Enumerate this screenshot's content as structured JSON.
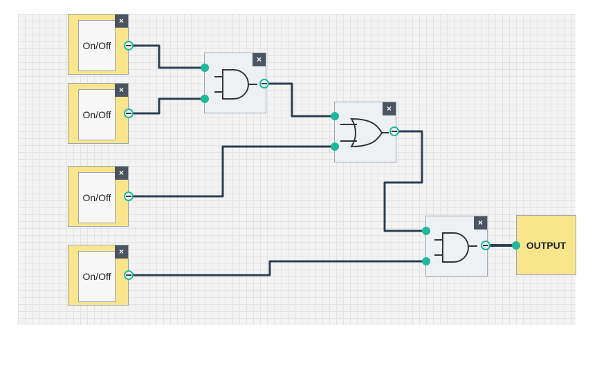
{
  "switches": [
    {
      "label": "On/Off",
      "close": "×"
    },
    {
      "label": "On/Off",
      "close": "×"
    },
    {
      "label": "On/Off",
      "close": "×"
    },
    {
      "label": "On/Off",
      "close": "×"
    }
  ],
  "gates": [
    {
      "type": "AND",
      "close": "×"
    },
    {
      "type": "OR",
      "close": "×"
    },
    {
      "type": "AND",
      "close": "×"
    }
  ],
  "output": {
    "label": "OUTPUT"
  },
  "colors": {
    "wire": "#2c3e50",
    "port": "#1fb89a",
    "switch": "#f8e58c",
    "gate": "#eef1f4"
  }
}
